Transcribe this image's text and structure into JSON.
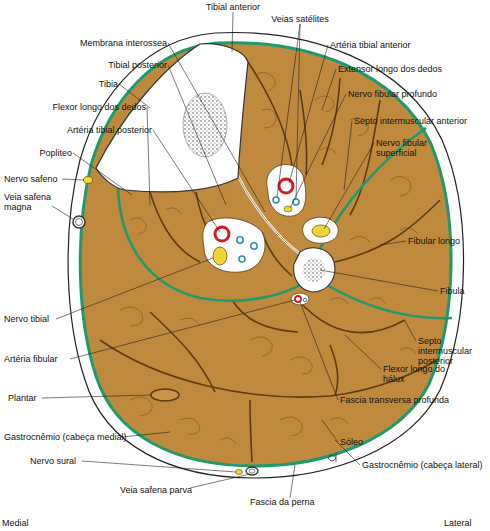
{
  "diagram": {
    "labels": [
      "Tibial anterior",
      "Membrana interossea",
      "Veias satélites",
      "Artéria tibial anterior",
      "Tibial posterior",
      "Extensor longo dos dedos",
      "Tibia",
      "Nervo fibular profundo",
      "Flexor longo dos dedos",
      "Septo intermuscular anterior",
      "Artéria tibial posterior",
      "Nervo fibular superficial",
      "Popliteo",
      "Nervo safeno",
      "Veia safena magna",
      "Fibular longo",
      "Fibula",
      "Nervo tibial",
      "Septo intermuscular posterior",
      "Artéria fibular",
      "Flexor longo do hálux",
      "Plantar",
      "Fascia transversa profunda",
      "Gastrocnêmio (cabeça medial)",
      "Sóleo",
      "Nervo sural",
      "Gastrocnêmio (cabeça lateral)",
      "Veia safena parva",
      "Fascia da perna",
      "Medial",
      "Lateral"
    ]
  }
}
